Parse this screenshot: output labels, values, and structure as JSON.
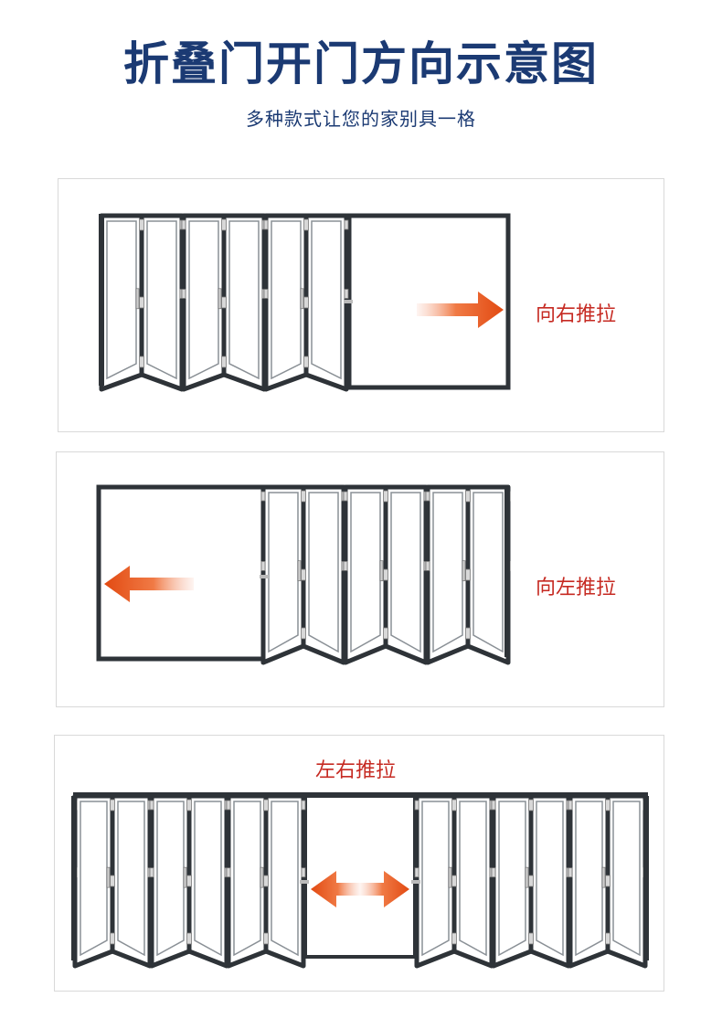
{
  "title": "折叠门开门方向示意图",
  "subtitle": "多种款式让您的家别具一格",
  "panels": [
    {
      "label": "向右推拉",
      "direction": "right"
    },
    {
      "label": "向左推拉",
      "direction": "left"
    },
    {
      "label": "左右推拉",
      "direction": "both"
    }
  ],
  "colors": {
    "title": "#1b3a73",
    "frame": "#2e3338",
    "arrow": "#e24a12",
    "label": "#c62a22"
  }
}
